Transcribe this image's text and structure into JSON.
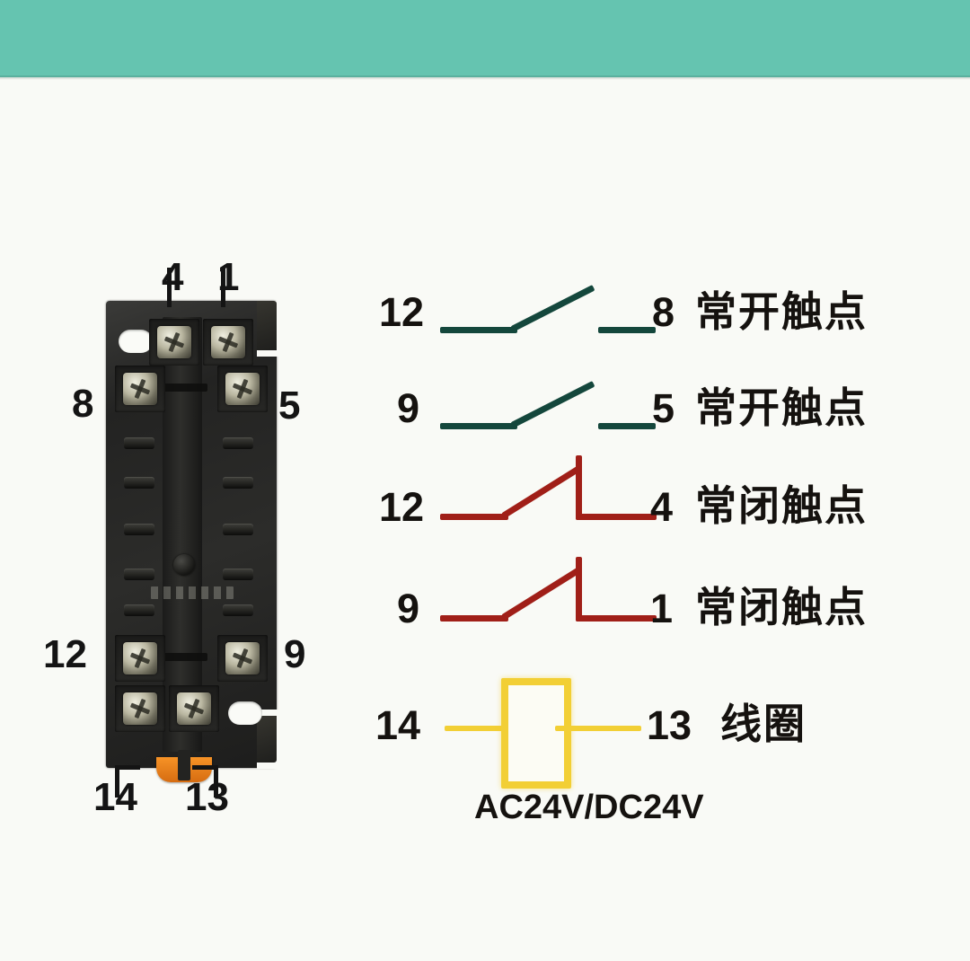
{
  "page": {
    "background_color": "#f9faf6",
    "banner_color": "#65c4b0"
  },
  "photo": {
    "caption_alt": "relay socket base",
    "terminal_labels": {
      "top_left": "4",
      "top_right": "1",
      "left_upper": "8",
      "right_upper": "5",
      "left_lower": "12",
      "right_lower": "9",
      "bottom_left": "14",
      "bottom_right": "13"
    }
  },
  "schematic": {
    "rows": [
      {
        "left_terminal": "12",
        "right_terminal": "8",
        "description": "常开触点",
        "contact_type": "normally-open",
        "color": "#14473c"
      },
      {
        "left_terminal": "9",
        "right_terminal": "5",
        "description": "常开触点",
        "contact_type": "normally-open",
        "color": "#14473c"
      },
      {
        "left_terminal": "12",
        "right_terminal": "4",
        "description": "常闭触点",
        "contact_type": "normally-closed",
        "color": "#a01f18"
      },
      {
        "left_terminal": "9",
        "right_terminal": "1",
        "description": "常闭触点",
        "contact_type": "normally-closed",
        "color": "#a01f18"
      }
    ],
    "coil": {
      "left_terminal": "14",
      "right_terminal": "13",
      "description": "线圈",
      "voltage_caption": "AC24V/DC24V",
      "color": "#f2cf35"
    }
  }
}
